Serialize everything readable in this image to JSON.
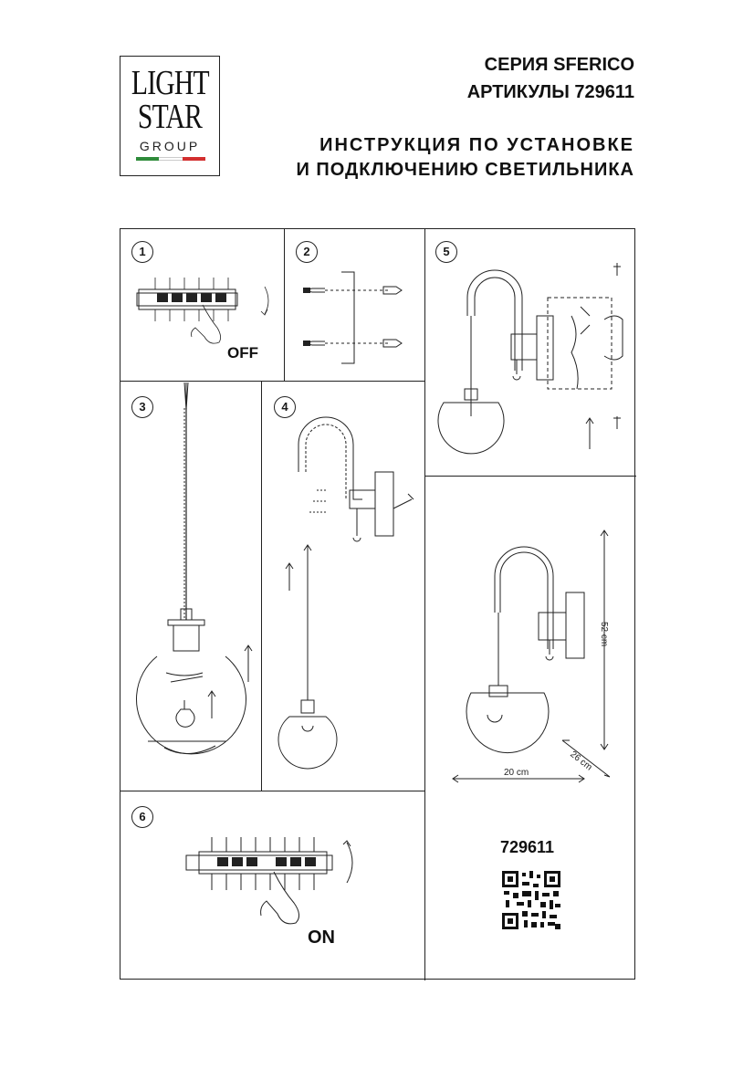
{
  "logo": {
    "line1": "LIGHT",
    "line2": "STAR",
    "line3": "GROUP",
    "flag_colors": [
      "#2e8b3a",
      "#ffffff",
      "#d32f2f"
    ]
  },
  "header": {
    "series": "СЕРИЯ SFERICO",
    "article": "АРТИКУЛЫ 729611",
    "instruction_line1": "ИНСТРУКЦИЯ ПО УСТАНОВКЕ",
    "instruction_line2": "И ПОДКЛЮЧЕНИЮ СВЕТИЛЬНИКА"
  },
  "steps": {
    "s1": "1",
    "s2": "2",
    "s3": "3",
    "s4": "4",
    "s5": "5",
    "s6": "6"
  },
  "labels": {
    "off": "OFF",
    "on": "ON"
  },
  "dimensions": {
    "height": "52 cm",
    "depth": "26 cm",
    "width": "20 cm"
  },
  "product": {
    "article": "729611"
  }
}
